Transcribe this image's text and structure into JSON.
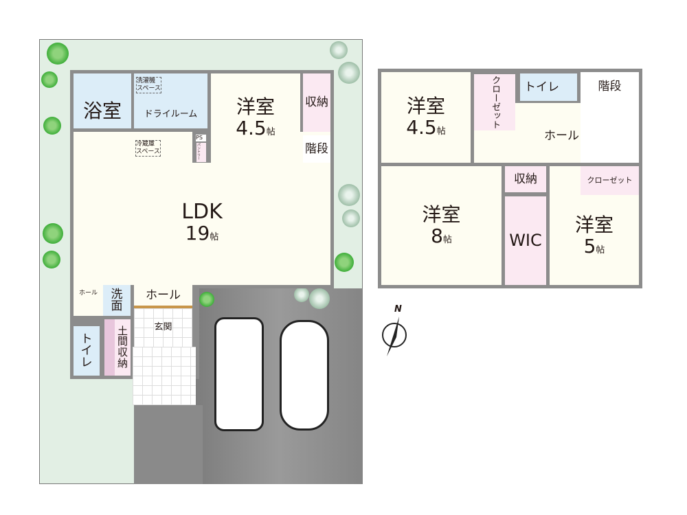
{
  "floor1": {
    "bath": "浴室",
    "dry_room": "ドライルーム",
    "washer_space": "洗濯機\nスペース",
    "fridge_space": "冷蔵庫\nスペース",
    "ps": "PS",
    "pantry": "パントリー",
    "western_room": {
      "name": "洋室",
      "size": "4.5",
      "unit": "帖"
    },
    "storage": "収納",
    "stairs": "階段",
    "ldk": {
      "name": "LDK",
      "size": "19",
      "unit": "帖"
    },
    "hall_small": "ホール",
    "washroom": "洗面",
    "toilet": "トイレ",
    "entry_storage": "土間収納",
    "hall": "ホール",
    "entrance": "玄関"
  },
  "floor2": {
    "room1": {
      "name": "洋室",
      "size": "4.5",
      "unit": "帖"
    },
    "closet1": "クローゼット",
    "toilet": "トイレ",
    "stairs": "階段",
    "hall": "ホール",
    "room2": {
      "name": "洋室",
      "size": "8",
      "unit": "帖"
    },
    "storage": "収納",
    "wic": "WIC",
    "room3": {
      "name": "洋室",
      "size": "5",
      "unit": "帖"
    },
    "closet2": "クローゼット"
  },
  "compass": "N",
  "colors": {
    "garden": "#e2efe4",
    "driveway": "#8a8a8a",
    "wall": "#8c8c8c",
    "wet_room": "#dcedf8",
    "storage": "#fbe9f2",
    "living": "#fefdf2"
  }
}
